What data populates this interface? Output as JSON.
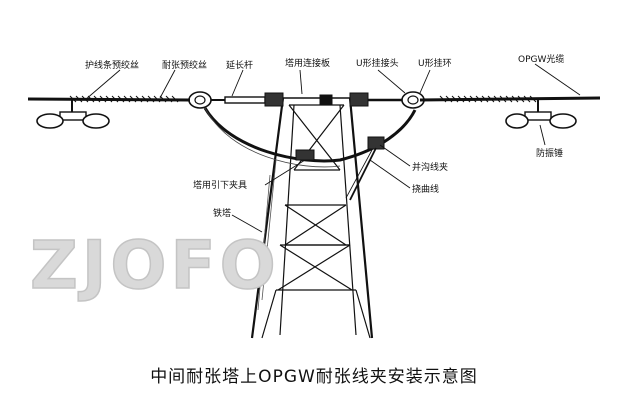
{
  "labels": {
    "armor_rods": "护线条预绞丝",
    "strain_clamp": "耐张预绞丝",
    "extension_link": "延长杆",
    "tower_plate": "塔用连接板",
    "u_clevis": "U形挂接头",
    "u_ring": "U形挂环",
    "opgw_cable": "OPGW光缆",
    "vibration_damper": "防振锤",
    "parallel_clamp": "并沟线夹",
    "bend_arc": "挠曲线",
    "down_lead_clamp": "塔用引下夹具",
    "tower": "铁塔"
  },
  "caption": "中间耐张塔上OPGW耐张线夹安装示意图",
  "watermark": "ZJOFO"
}
